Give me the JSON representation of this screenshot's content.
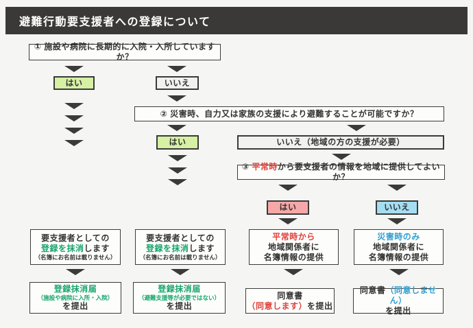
{
  "title": "避難行動要支援者への登録について",
  "colors": {
    "title_bar": "#3b3938",
    "yes_green": "#d6f0a4",
    "yes_pink": "#f6a8a8",
    "no_blue": "#a5def2",
    "no_gray": "#f1f1ef",
    "accent_green": "#17a56b",
    "accent_red": "#e0413a",
    "accent_blue": "#2f9fd0"
  },
  "questions": {
    "q1": "① 施設や病院に長期的に入院・入所していますか？",
    "q2": "② 災害時、自力又は家族の支援により避難することが可能ですか？",
    "q3_prefix": "③ ",
    "q3_highlight": "平常時",
    "q3_rest": "から要支援者の情報を地域に提供してよいか？"
  },
  "answers": {
    "q1_yes": "はい",
    "q1_no": "いいえ",
    "q2_yes": "はい",
    "q2_no": "いいえ（地域の方の支援が必要）",
    "q3_yes": "はい",
    "q3_no": "いいえ"
  },
  "outcomes": {
    "cancel1": {
      "line1": "要支援者としての",
      "line2_green": "登録を抹消",
      "line2_rest": "します",
      "line3": "（名簿にお名前は載りません）"
    },
    "cancel2": {
      "line1": "要支援者としての",
      "line2_green": "登録を抹消",
      "line2_rest": "します",
      "line3": "（名簿にお名前は載りません）"
    },
    "provide_normal": {
      "line1_red": "平常時から",
      "line2": "地域関係者に",
      "line3": "名簿情報の提供"
    },
    "provide_disaster": {
      "line1_blue": "災害時のみ",
      "line2": "地域関係者に",
      "line3": "名簿情報の提供"
    }
  },
  "documents": {
    "doc1": {
      "title": "登録抹消届",
      "note": "（施設や病院に入所・入院）",
      "suffix": "を提出"
    },
    "doc2": {
      "title": "登録抹消届",
      "note": "（避難支援等が必要ではない）",
      "suffix": "を提出"
    },
    "doc3": {
      "title": "同意書",
      "consent": "（同意します）",
      "suffix": "を提出"
    },
    "doc4": {
      "title": "同意書",
      "consent": "（同意しません）",
      "suffix": "を提出"
    }
  }
}
